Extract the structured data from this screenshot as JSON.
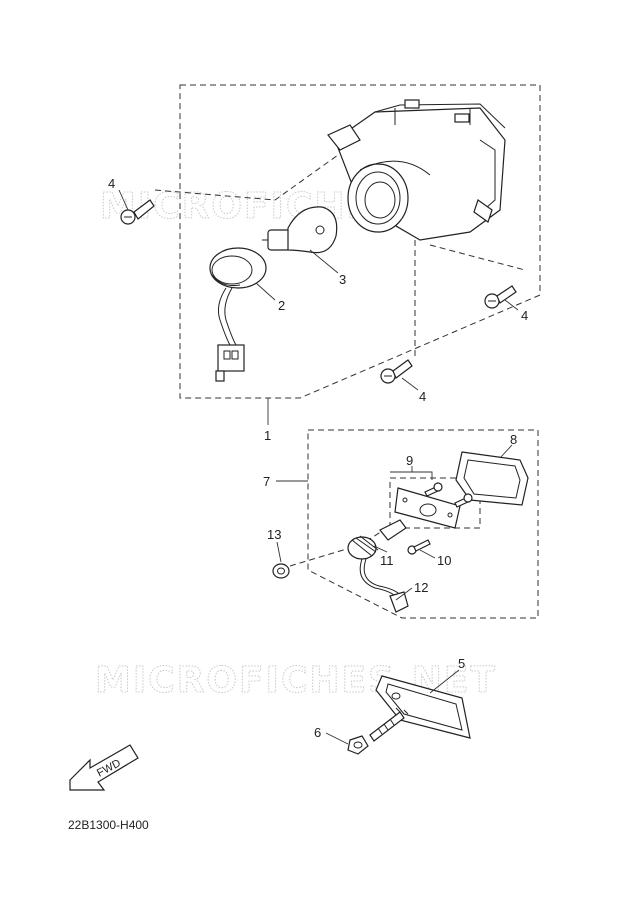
{
  "watermark_text": "MICROFICHES.NET",
  "diagram_code": "22B1300-H400",
  "fwd_label": "FWD",
  "callouts": {
    "c1": "1",
    "c2": "2",
    "c3": "3",
    "c4a": "4",
    "c4b": "4",
    "c4c": "4",
    "c5": "5",
    "c6": "6",
    "c7": "7",
    "c8": "8",
    "c9": "9",
    "c10": "10",
    "c11": "11",
    "c12": "12",
    "c13": "13"
  }
}
